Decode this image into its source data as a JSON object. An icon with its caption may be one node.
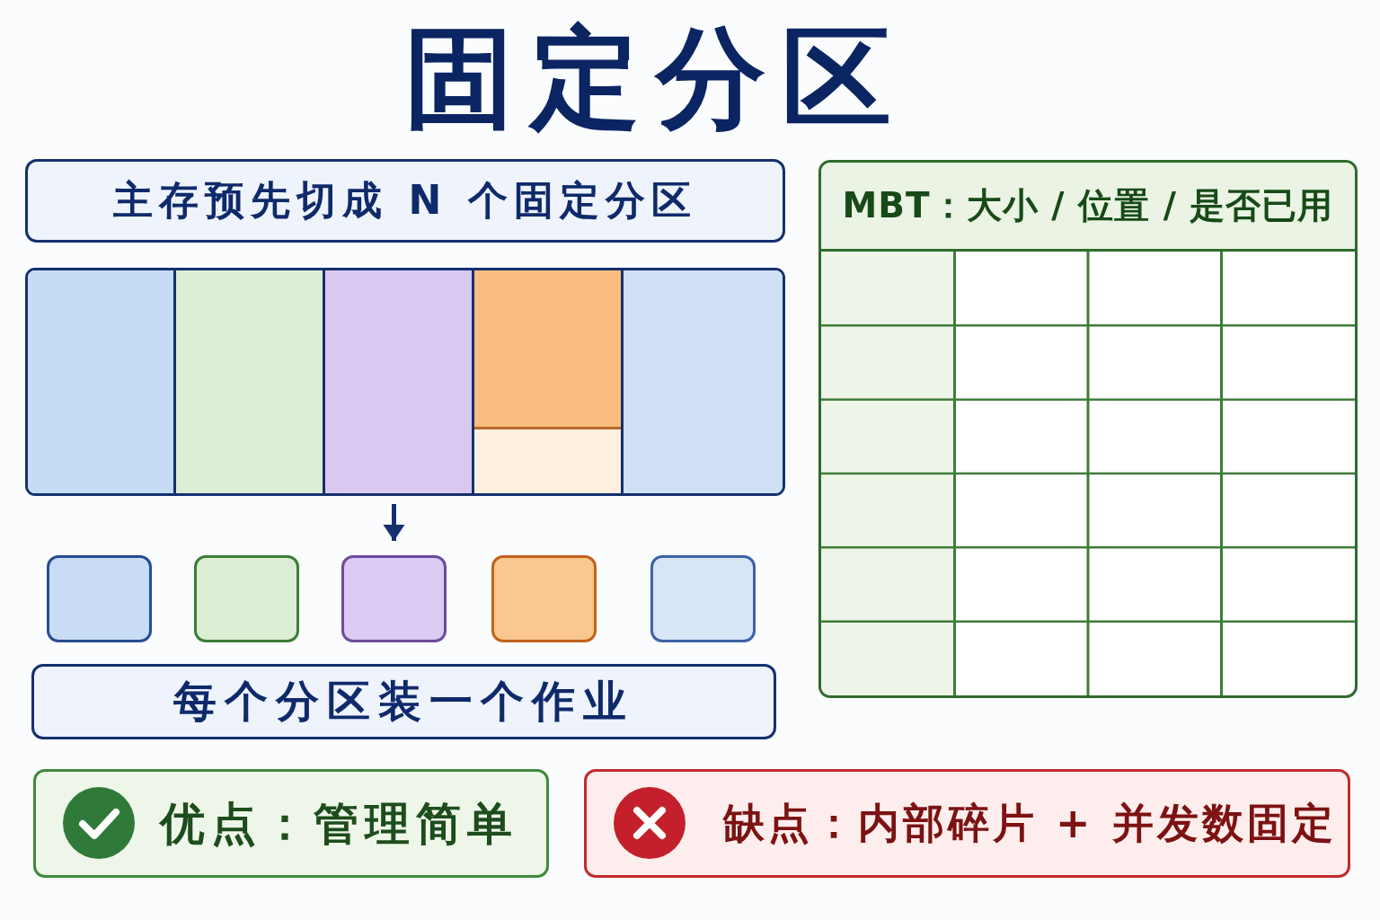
{
  "diagram": {
    "title": "固定分区",
    "nodes": [
      {
        "text": [
          "主存预先切成 N 个固定分区"
        ]
      },
      {
        "text": [],
        "shape": "bar"
      },
      {
        "text": [],
        "shape": "box",
        "in": 1
      },
      {
        "text": [],
        "shape": "box",
        "in": 1
      },
      {
        "text": [],
        "shape": "box",
        "in": 1
      },
      {
        "text": [],
        "shape": "box",
        "in": 1
      },
      {
        "text": [],
        "shape": "box",
        "in": 1
      },
      {
        "text": [],
        "shape": "box"
      },
      {
        "text": [],
        "shape": "box"
      },
      {
        "text": [],
        "shape": "box"
      },
      {
        "text": [],
        "shape": "box"
      },
      {
        "text": [],
        "shape": "box"
      },
      {
        "text": [
          "每个分区装一个作业"
        ]
      },
      {
        "text": [
          "MBT：大小 / 位置 / 是否已用"
        ]
      },
      {
        "text": [
          "优点：管理简单"
        ]
      },
      {
        "text": [
          "缺点：内部碎片 + 并发数固定"
        ]
      }
    ],
    "edges": [
      {
        "from": 4,
        "to": 9,
        "arrow": "to"
      }
    ]
  }
}
